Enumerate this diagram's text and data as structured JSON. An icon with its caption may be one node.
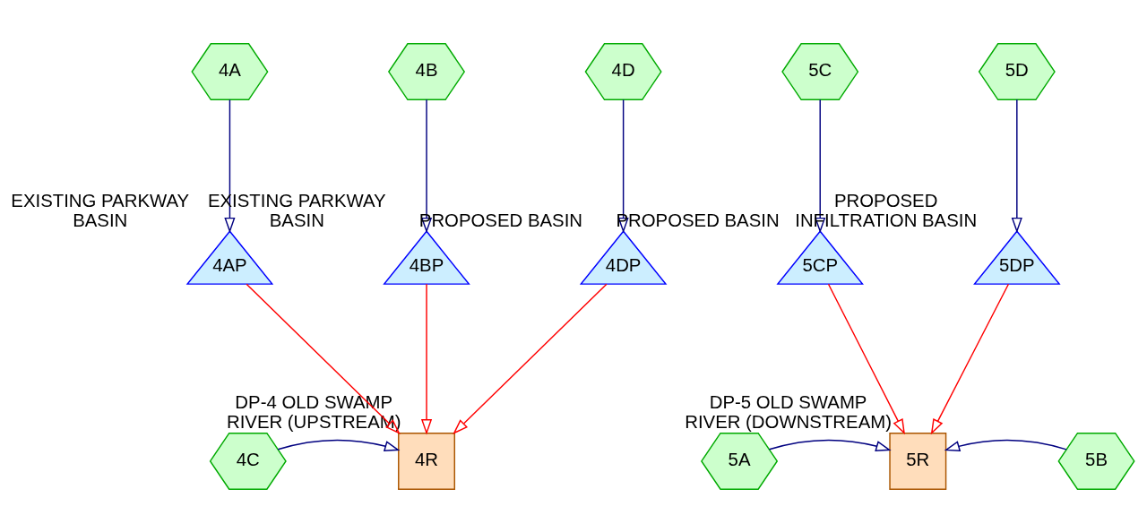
{
  "diagram": {
    "nodes": [
      {
        "text": [
          "4A"
        ]
      },
      {
        "text": [
          "4B"
        ]
      },
      {
        "text": [
          "4D"
        ]
      },
      {
        "text": [
          "5C"
        ]
      },
      {
        "text": [
          "5D"
        ]
      },
      {
        "text": [
          "4AP"
        ],
        "beside": [
          "EXISTING PARKWAY BASIN"
        ]
      },
      {
        "text": [
          "4BP"
        ],
        "beside": [
          "EXISTING PARKWAY BASIN"
        ]
      },
      {
        "text": [
          "4DP"
        ],
        "beside": [
          "PROPOSED BASIN"
        ]
      },
      {
        "text": [
          "5CP"
        ],
        "beside": [
          "PROPOSED BASIN"
        ]
      },
      {
        "text": [
          "5DP"
        ],
        "beside": [
          "PROPOSED INFILTRATION BASIN"
        ]
      },
      {
        "text": [
          "4C"
        ]
      },
      {
        "text": [
          "4R"
        ],
        "beside": [
          "DP-4 OLD SWAMP RIVER (UPSTREAM)"
        ]
      },
      {
        "text": [
          "5A"
        ]
      },
      {
        "text": [
          "5R"
        ],
        "beside": [
          "DP-5 OLD SWAMP RIVER (DOWNSTREAM)"
        ]
      },
      {
        "text": [
          "5B"
        ]
      }
    ],
    "edges": [
      {
        "from": 0,
        "to": 5,
        "arrow": "to"
      },
      {
        "from": 1,
        "to": 6,
        "arrow": "to"
      },
      {
        "from": 2,
        "to": 7,
        "arrow": "to"
      },
      {
        "from": 3,
        "to": 8,
        "arrow": "to"
      },
      {
        "from": 4,
        "to": 9,
        "arrow": "to"
      },
      {
        "from": 5,
        "to": 11,
        "arrow": "to",
        "color": "#ff0000"
      },
      {
        "from": 6,
        "to": 11,
        "arrow": "to",
        "color": "#ff0000"
      },
      {
        "from": 7,
        "to": 11,
        "arrow": "to",
        "color": "#ff0000"
      },
      {
        "from": 10,
        "to": 11,
        "arrow": "to"
      },
      {
        "from": 8,
        "to": 13,
        "arrow": "to",
        "color": "#ff0000"
      },
      {
        "from": 9,
        "to": 13,
        "arrow": "to",
        "color": "#ff0000"
      },
      {
        "from": 12,
        "to": 13,
        "arrow": "to"
      },
      {
        "from": 14,
        "to": 13,
        "arrow": "to"
      }
    ]
  }
}
